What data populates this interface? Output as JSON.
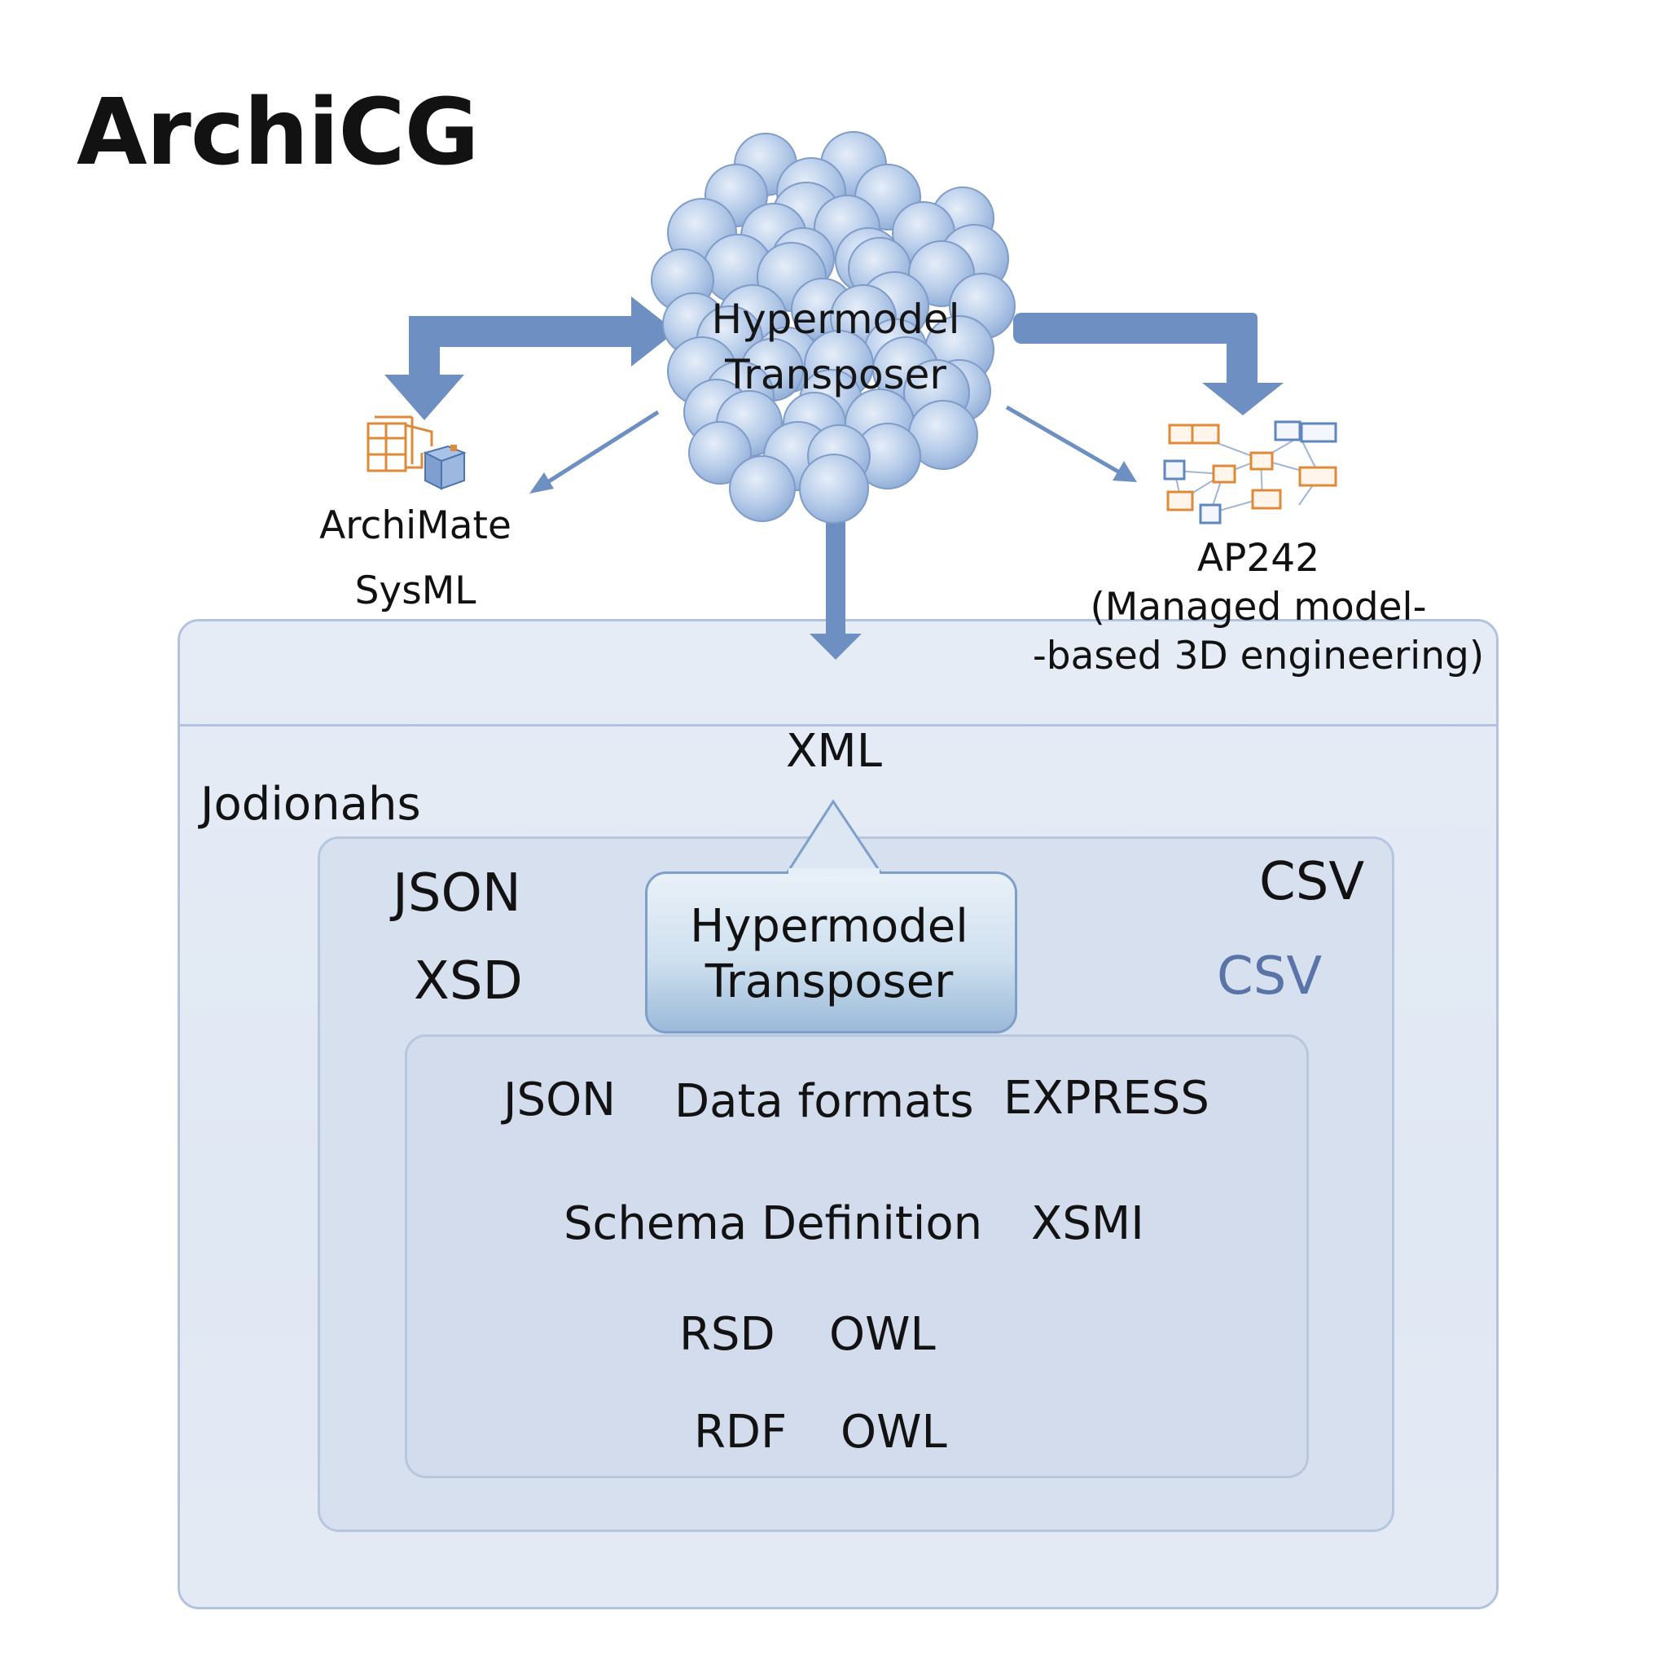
{
  "title": "ArchiCG",
  "hub": {
    "line1": "Hypermodel",
    "line2": "Transposer"
  },
  "left_node": {
    "line1": "ArchiMate",
    "line2": "SysML"
  },
  "right_node": {
    "line1": "AP242",
    "line2": "(Managed model-",
    "line3": "-based 3D engineering)"
  },
  "container": {
    "header": "XML",
    "side_label": "Jodionahs",
    "mid_labels": {
      "json": "JSON",
      "xsd": "XSD",
      "csv_black": "CSV",
      "csv_blue": "CSV"
    },
    "callout": {
      "line1": "Hypermodel",
      "line2": "Transposer"
    },
    "inner": {
      "row1": [
        "JSON",
        "Data formats",
        "EXPRESS"
      ],
      "row2": [
        "Schema Definition",
        "XSMI"
      ],
      "row3": [
        "RSD",
        "OWL"
      ],
      "row4": [
        "RDF",
        "OWL"
      ]
    }
  },
  "colors": {
    "arrow": "#6d8fc2",
    "sphere_fill": "#b8cdea",
    "sphere_stroke": "#7f9cc9",
    "orange": "#dd8a3a",
    "blue_box": "#5f86bd",
    "frame": "#b4c3dd"
  },
  "icons": [
    "archimate-sysml-icon",
    "ap242-network-icon",
    "hypermodel-sphere-cluster-icon"
  ]
}
